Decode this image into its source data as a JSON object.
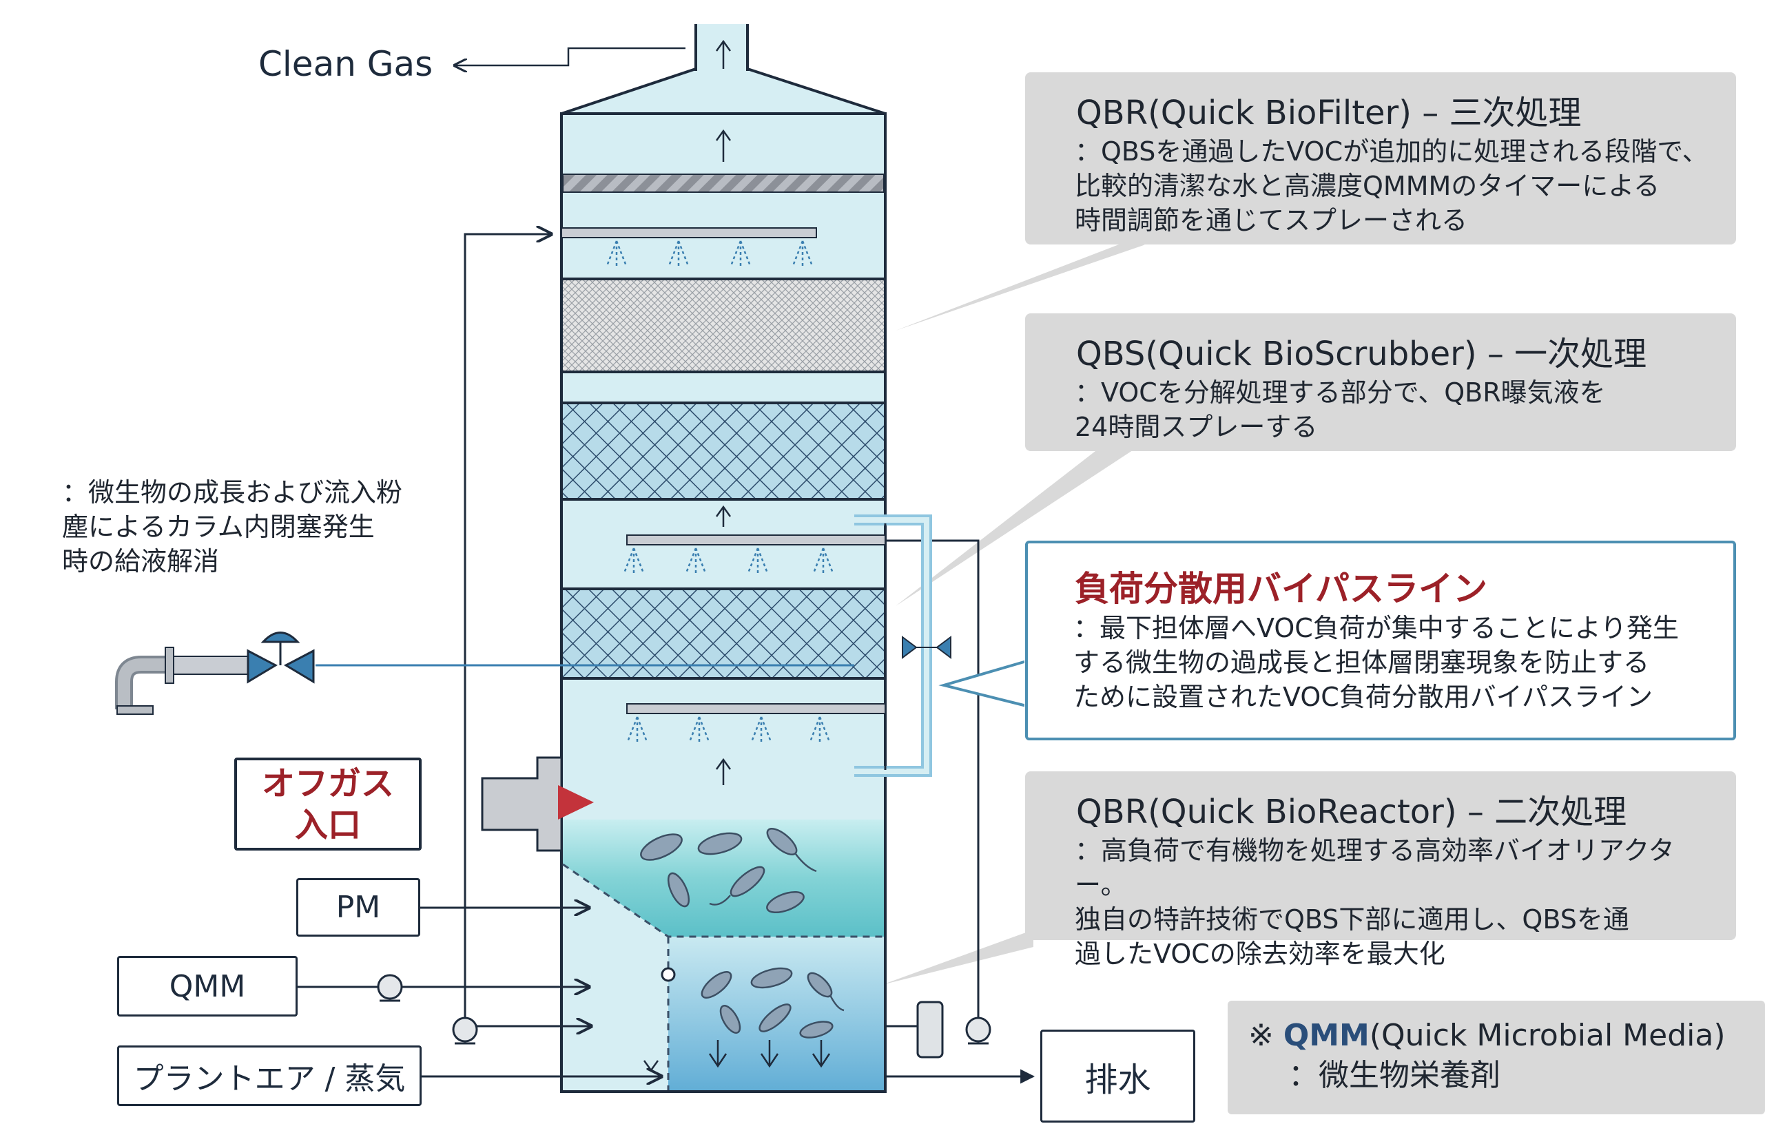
{
  "clean_gas": "Clean Gas",
  "callouts": {
    "qbr_biofilter": {
      "title": "QBR(Quick BioFilter) – 三次処理",
      "body": "：QBSを通過したVOCが追加的に処理される段階で、\n比較的清潔な水と高濃度QMMMのタイマーによる\n 時間調節を通じてスプレーされる"
    },
    "qbs_bioscrubber": {
      "title": "QBS(Quick BioScrubber) – 一次処理",
      "body": "：VOCを分解処理する部分で、QBR曝気液を\n 24時間スプレーする"
    },
    "bypass": {
      "title": "負荷分散用バイパスライン",
      "body": "：最下担体層へVOC負荷が集中することにより発生\n する微生物の過成長と担体層閉塞現象を防止する\n ために設置されたVOC負荷分散用バイパスライン"
    },
    "qbr_bioreactor": {
      "title": "QBR(Quick BioReactor) – 二次処理",
      "body": "：高負荷で有機物を処理する高効率バイオリアクター。\n独自の特許技術でQBS下部に適用し、QBSを通\n過したVOCの除去効率を最大化"
    }
  },
  "left_note": "：微生物の成長および流入粉\n 塵によるカラム内閉塞発生\n 時の給液解消",
  "inputs": {
    "offgas": "オフガス\n入口",
    "pm": "PM",
    "qmm": "QMM",
    "plant_air": "プラントエア / 蒸気"
  },
  "drain": "排水",
  "note": {
    "mark": "※ ",
    "abbr": "QMM",
    "full": "(Quick Microbial Media)",
    "desc": "：微生物栄養剤"
  },
  "colors": {
    "outline": "#1e2b3c",
    "tower_fill": "#d6eef3",
    "liquid_top": "#7fd3d6",
    "liquid_bottom": "#67b4d6",
    "highlight_red": "#9c2128",
    "highlight_border": "#4c8fb2",
    "callout_gray": "#d9d9d9"
  }
}
